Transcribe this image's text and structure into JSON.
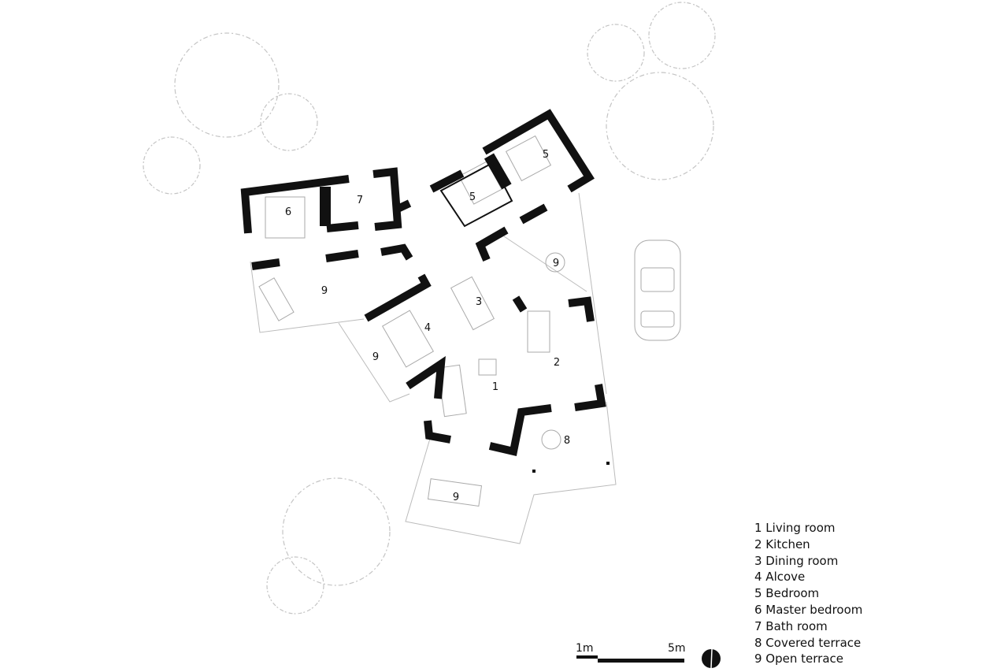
{
  "rooms": [
    {
      "id": "6",
      "name": "Master bedroom"
    },
    {
      "id": "7",
      "name": "Bath room"
    },
    {
      "id": "5",
      "name": "Bedroom"
    },
    {
      "id": "5",
      "name": "Bedroom"
    },
    {
      "id": "9",
      "name": "Open terrace"
    },
    {
      "id": "9",
      "name": "Open terrace"
    },
    {
      "id": "3",
      "name": "Dining room"
    },
    {
      "id": "4",
      "name": "Alcove"
    },
    {
      "id": "9",
      "name": "Open terrace"
    },
    {
      "id": "2",
      "name": "Kitchen"
    },
    {
      "id": "1",
      "name": "Living room"
    },
    {
      "id": "8",
      "name": "Covered terrace"
    },
    {
      "id": "9",
      "name": "Open terrace"
    }
  ],
  "legend": [
    "1 Living room",
    "2 Kitchen",
    "3 Dining room",
    "4 Alcove",
    "5 Bedroom",
    "6 Master bedroom",
    "7 Bath room",
    "8 Covered terrace",
    "9 Open terrace"
  ],
  "scale": {
    "start_label": "1m",
    "end_label": "5m"
  },
  "north_arrow_icon": "north-arrow-icon"
}
